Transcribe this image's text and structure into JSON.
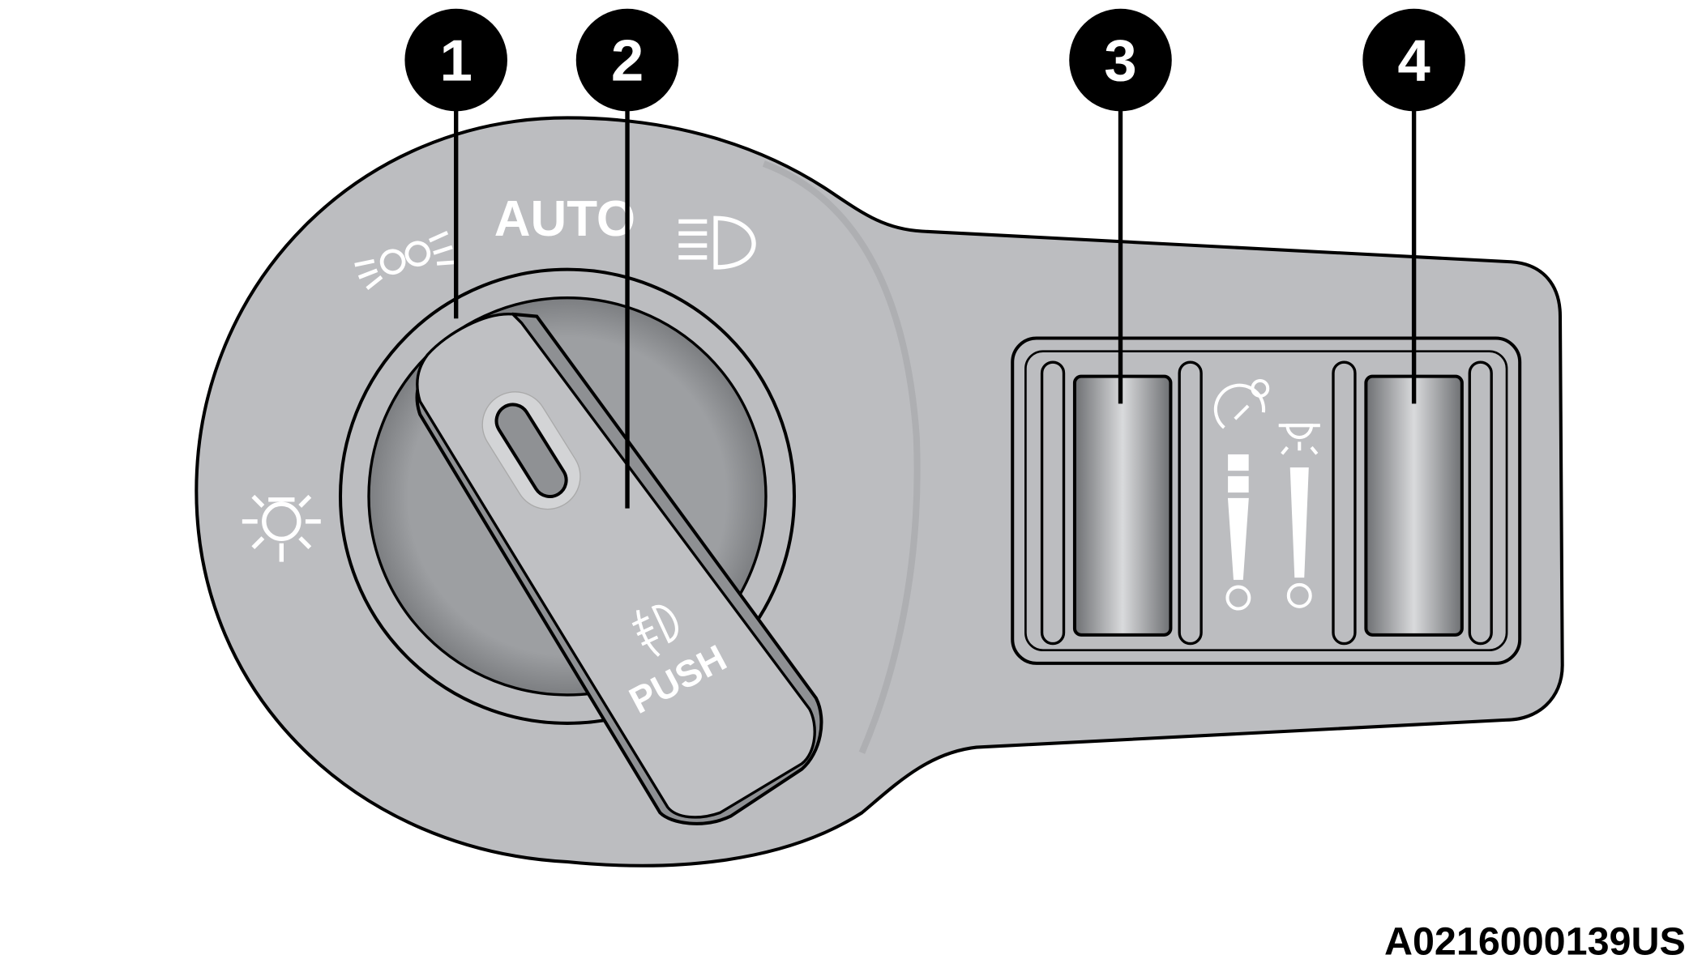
{
  "callouts": [
    {
      "number": "1"
    },
    {
      "number": "2"
    },
    {
      "number": "3"
    },
    {
      "number": "4"
    }
  ],
  "switch": {
    "auto_label": "AUTO",
    "push_label": "PUSH"
  },
  "figure_id": "A0216000139US",
  "colors": {
    "housing": "#bcbdc0",
    "ring": "#9d9fa2",
    "outline": "#000000",
    "callout": "#000000"
  }
}
